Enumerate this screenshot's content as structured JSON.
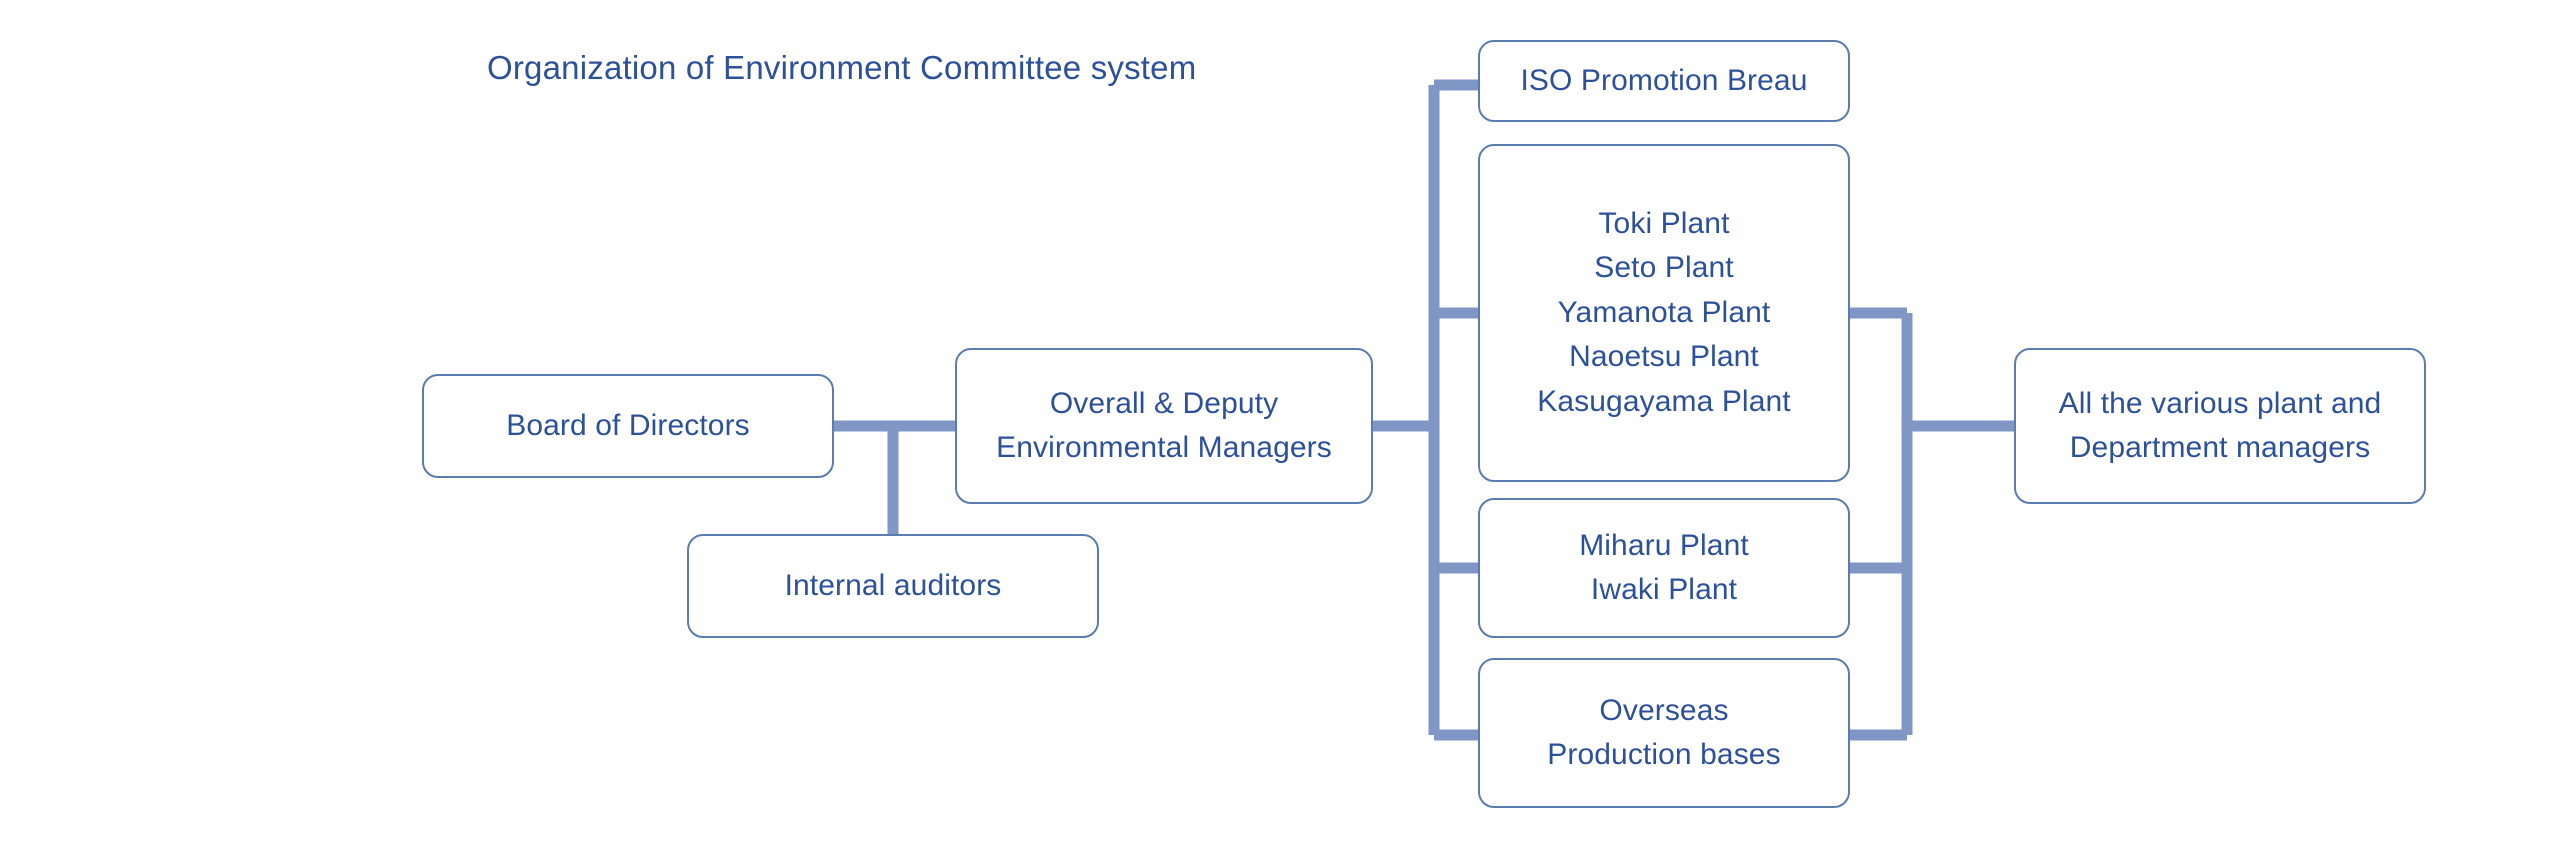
{
  "diagram": {
    "title": "Organization of Environment Committee system",
    "type": "organization-chart",
    "colors": {
      "text": "#2d5198",
      "box_border": "#5a7cae",
      "connector": "#8096c4",
      "background": "#ffffff"
    },
    "nodes": {
      "board": {
        "id": "board-of-directors",
        "lines": [
          "Board of Directors"
        ]
      },
      "auditors": {
        "id": "internal-auditors",
        "lines": [
          "Internal auditors"
        ]
      },
      "managers": {
        "id": "overall-deputy-environmental-managers",
        "lines": [
          "Overall & Deputy",
          "Environmental Managers"
        ]
      },
      "iso": {
        "id": "iso-promotion-breau",
        "lines": [
          "ISO Promotion Breau"
        ]
      },
      "plants_main": {
        "id": "domestic-plants-group-1",
        "lines": [
          "Toki Plant",
          "Seto Plant",
          "Yamanota Plant",
          "Naoetsu Plant",
          "Kasugayama Plant"
        ]
      },
      "plants_second": {
        "id": "domestic-plants-group-2",
        "lines": [
          "Miharu Plant",
          "Iwaki Plant"
        ]
      },
      "overseas": {
        "id": "overseas-production-bases",
        "lines": [
          "Overseas",
          "Production bases"
        ]
      },
      "all_managers": {
        "id": "all-plant-and-department-managers",
        "lines": [
          "All the various plant and",
          "Department managers"
        ]
      }
    },
    "connections": [
      {
        "from": "board-of-directors",
        "to": "overall-deputy-environmental-managers"
      },
      {
        "from": "board-of-directors",
        "to": "internal-auditors"
      },
      {
        "from": "overall-deputy-environmental-managers",
        "to": "iso-promotion-breau"
      },
      {
        "from": "overall-deputy-environmental-managers",
        "to": "domestic-plants-group-1"
      },
      {
        "from": "overall-deputy-environmental-managers",
        "to": "domestic-plants-group-2"
      },
      {
        "from": "overall-deputy-environmental-managers",
        "to": "overseas-production-bases"
      },
      {
        "from": "domestic-plants-group-1",
        "to": "all-plant-and-department-managers"
      },
      {
        "from": "domestic-plants-group-2",
        "to": "all-plant-and-department-managers"
      },
      {
        "from": "overseas-production-bases",
        "to": "all-plant-and-department-managers"
      }
    ]
  }
}
